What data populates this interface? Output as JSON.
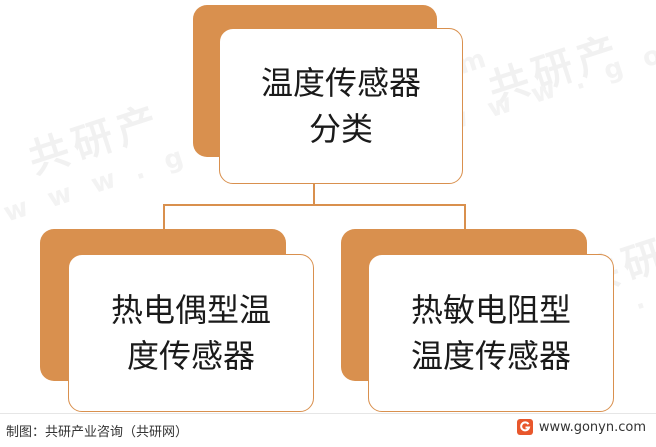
{
  "diagram": {
    "root": {
      "lines": [
        "温度传感器",
        "分类"
      ]
    },
    "children": [
      {
        "lines": [
          "热电偶型温",
          "度传感器"
        ]
      },
      {
        "lines": [
          "热敏电阻型",
          "温度传感器"
        ]
      }
    ]
  },
  "footer": {
    "source": "制图：共研产业咨询（共研网）",
    "url": "www.gonyn.com"
  },
  "watermark": {
    "brand": "共研产",
    "url": "www.gonyn.com"
  },
  "colors": {
    "accent": "#d9904e",
    "logo": "#e8572c",
    "text": "#1a1a1a"
  },
  "icons": {
    "brand_logo": "gonyn-logo-icon"
  }
}
